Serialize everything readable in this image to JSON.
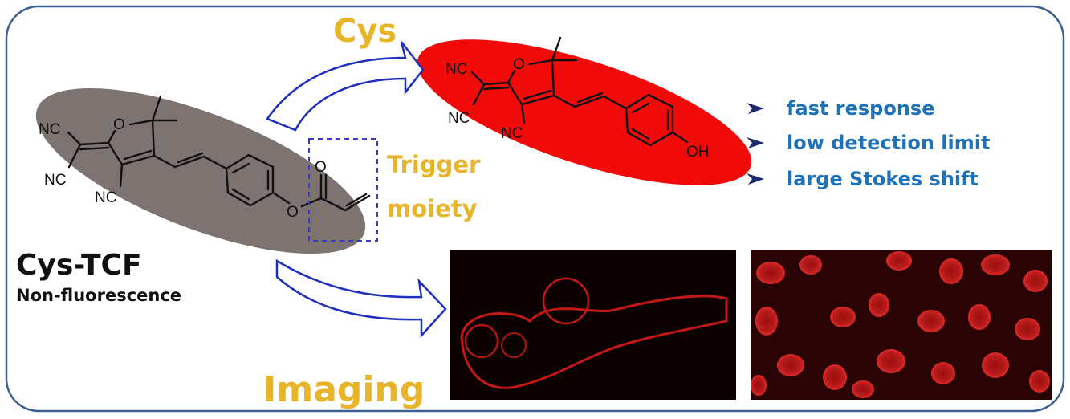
{
  "probe": {
    "name": "Cys-TCF",
    "subtitle": "Non-fluorescence"
  },
  "analyte_label": "Cys",
  "trigger_label": [
    "Trigger",
    "moiety"
  ],
  "imaging_label": "Imaging",
  "features": [
    "fast response",
    "low detection limit",
    "large Stokes shift"
  ],
  "molecule_labels": {
    "nc": "NC",
    "o": "O",
    "oh": "OH"
  },
  "colors": {
    "probe_ellipse": "#7d7370",
    "product_ellipse": "#f00a0a",
    "accent_gold": "#e8b52a",
    "feature_text": "#1f72b8",
    "arrow": "#1f2fc0",
    "frame": "#3d5f8f"
  }
}
